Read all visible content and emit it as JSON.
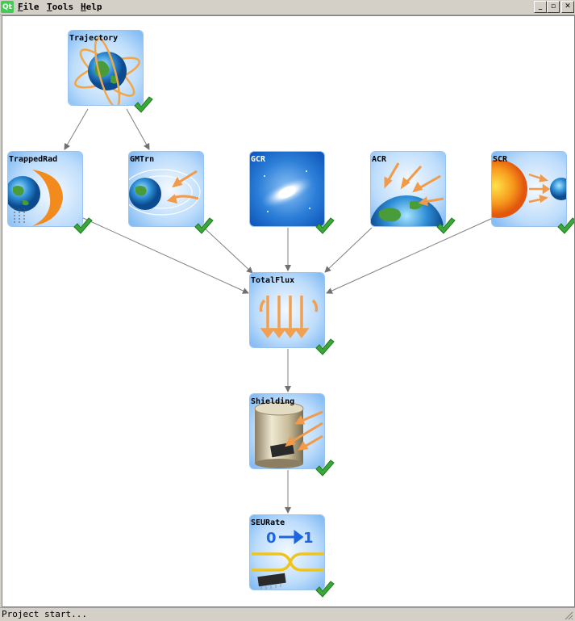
{
  "menu": {
    "file": "File",
    "tools": "Tools",
    "help": "Help"
  },
  "window_buttons": {
    "minimize": "_",
    "restore": "▫",
    "close": "✕"
  },
  "status": {
    "text": "Project start..."
  },
  "nodes": {
    "trajectory": "Trajectory",
    "trappedrad": "TrappedRad",
    "gmtrn": "GMTrn",
    "gcr": "GCR",
    "acr": "ACR",
    "scr": "SCR",
    "totalflux": "TotalFlux",
    "shielding": "Shielding",
    "seurate": "SEURate"
  },
  "seurate_bits": {
    "from": "0",
    "to": "1"
  },
  "colors": {
    "node_light": "#e8f3ff",
    "node_mid": "#6fb0f0",
    "check_green": "#3aa83a",
    "arrow_orange": "#f0a050",
    "edge_gray": "#808080"
  }
}
